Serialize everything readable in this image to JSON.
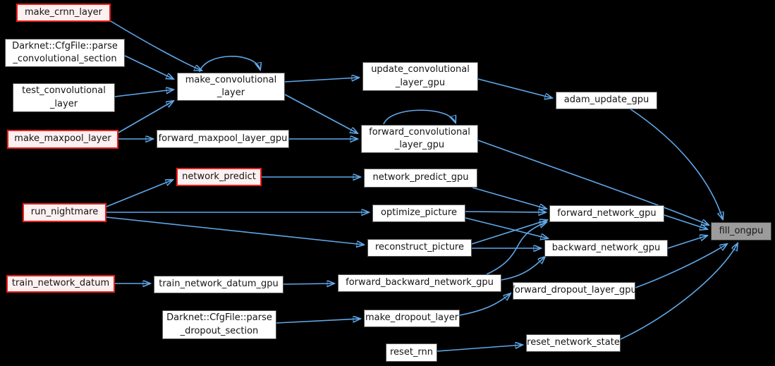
{
  "diagram": {
    "type": "call-graph",
    "target_function": "fill_ongpu",
    "colors": {
      "background": "#000000",
      "edge": "#5fa8ea",
      "node_bg": "#ffffff",
      "node_border": "#555555",
      "entry_node_bg": "#fdf0f0",
      "entry_node_border": "#ed1c1c",
      "target_node_bg": "#9b9b9b",
      "target_node_border": "#3c3c3c",
      "text": "#151515"
    }
  },
  "nodes": {
    "make_crnn_layer": {
      "label": "make_crnn_layer",
      "kind": "entry"
    },
    "parse_convolutional_section": {
      "label": "Darknet::CfgFile::parse\n_convolutional_section",
      "kind": "normal"
    },
    "test_convolutional_layer": {
      "label": "test_convolutional\n_layer",
      "kind": "normal"
    },
    "make_maxpool_layer": {
      "label": "make_maxpool_layer",
      "kind": "entry"
    },
    "make_convolutional_layer": {
      "label": "make_convolutional\n_layer",
      "kind": "normal"
    },
    "forward_maxpool_layer_gpu": {
      "label": "forward_maxpool_layer_gpu",
      "kind": "normal"
    },
    "update_convolutional_layer_gpu": {
      "label": "update_convolutional\n_layer_gpu",
      "kind": "normal"
    },
    "forward_convolutional_layer_gpu": {
      "label": "forward_convolutional\n_layer_gpu",
      "kind": "normal"
    },
    "adam_update_gpu": {
      "label": "adam_update_gpu",
      "kind": "normal"
    },
    "fill_ongpu": {
      "label": "fill_ongpu",
      "kind": "target"
    },
    "network_predict": {
      "label": "network_predict",
      "kind": "entry"
    },
    "network_predict_gpu": {
      "label": "network_predict_gpu",
      "kind": "normal"
    },
    "run_nightmare": {
      "label": "run_nightmare",
      "kind": "entry"
    },
    "optimize_picture": {
      "label": "optimize_picture",
      "kind": "normal"
    },
    "reconstruct_picture": {
      "label": "reconstruct_picture",
      "kind": "normal"
    },
    "forward_network_gpu": {
      "label": "forward_network_gpu",
      "kind": "normal"
    },
    "backward_network_gpu": {
      "label": "backward_network_gpu",
      "kind": "normal"
    },
    "forward_backward_network_gpu": {
      "label": "forward_backward_network_gpu",
      "kind": "normal"
    },
    "train_network_datum": {
      "label": "train_network_datum",
      "kind": "entry"
    },
    "train_network_datum_gpu": {
      "label": "train_network_datum_gpu",
      "kind": "normal"
    },
    "parse_dropout_section": {
      "label": "Darknet::CfgFile::parse\n_dropout_section",
      "kind": "normal"
    },
    "make_dropout_layer": {
      "label": "make_dropout_layer",
      "kind": "normal"
    },
    "forward_dropout_layer_gpu": {
      "label": "forward_dropout_layer_gpu",
      "kind": "normal"
    },
    "reset_network_state": {
      "label": "reset_network_state",
      "kind": "normal"
    },
    "reset_rnn": {
      "label": "reset_rnn",
      "kind": "normal"
    }
  },
  "edges": [
    {
      "from": "make_crnn_layer",
      "to": "make_convolutional_layer"
    },
    {
      "from": "parse_convolutional_section",
      "to": "make_convolutional_layer"
    },
    {
      "from": "test_convolutional_layer",
      "to": "make_convolutional_layer"
    },
    {
      "from": "make_maxpool_layer",
      "to": "make_convolutional_layer"
    },
    {
      "from": "make_convolutional_layer",
      "to": "make_convolutional_layer"
    },
    {
      "from": "make_convolutional_layer",
      "to": "update_convolutional_layer_gpu"
    },
    {
      "from": "make_convolutional_layer",
      "to": "forward_convolutional_layer_gpu"
    },
    {
      "from": "update_convolutional_layer_gpu",
      "to": "adam_update_gpu"
    },
    {
      "from": "adam_update_gpu",
      "to": "fill_ongpu"
    },
    {
      "from": "make_maxpool_layer",
      "to": "forward_maxpool_layer_gpu"
    },
    {
      "from": "forward_maxpool_layer_gpu",
      "to": "forward_convolutional_layer_gpu"
    },
    {
      "from": "forward_convolutional_layer_gpu",
      "to": "forward_convolutional_layer_gpu"
    },
    {
      "from": "forward_convolutional_layer_gpu",
      "to": "fill_ongpu"
    },
    {
      "from": "run_nightmare",
      "to": "network_predict"
    },
    {
      "from": "run_nightmare",
      "to": "optimize_picture"
    },
    {
      "from": "run_nightmare",
      "to": "reconstruct_picture"
    },
    {
      "from": "network_predict",
      "to": "network_predict_gpu"
    },
    {
      "from": "network_predict_gpu",
      "to": "forward_network_gpu"
    },
    {
      "from": "optimize_picture",
      "to": "forward_network_gpu"
    },
    {
      "from": "optimize_picture",
      "to": "backward_network_gpu"
    },
    {
      "from": "reconstruct_picture",
      "to": "forward_network_gpu"
    },
    {
      "from": "reconstruct_picture",
      "to": "backward_network_gpu"
    },
    {
      "from": "forward_network_gpu",
      "to": "fill_ongpu"
    },
    {
      "from": "backward_network_gpu",
      "to": "fill_ongpu"
    },
    {
      "from": "train_network_datum",
      "to": "train_network_datum_gpu"
    },
    {
      "from": "train_network_datum_gpu",
      "to": "forward_backward_network_gpu"
    },
    {
      "from": "forward_backward_network_gpu",
      "to": "forward_network_gpu"
    },
    {
      "from": "forward_backward_network_gpu",
      "to": "backward_network_gpu"
    },
    {
      "from": "parse_dropout_section",
      "to": "make_dropout_layer"
    },
    {
      "from": "make_dropout_layer",
      "to": "forward_dropout_layer_gpu"
    },
    {
      "from": "forward_dropout_layer_gpu",
      "to": "fill_ongpu"
    },
    {
      "from": "reset_rnn",
      "to": "reset_network_state"
    },
    {
      "from": "reset_network_state",
      "to": "fill_ongpu"
    }
  ]
}
